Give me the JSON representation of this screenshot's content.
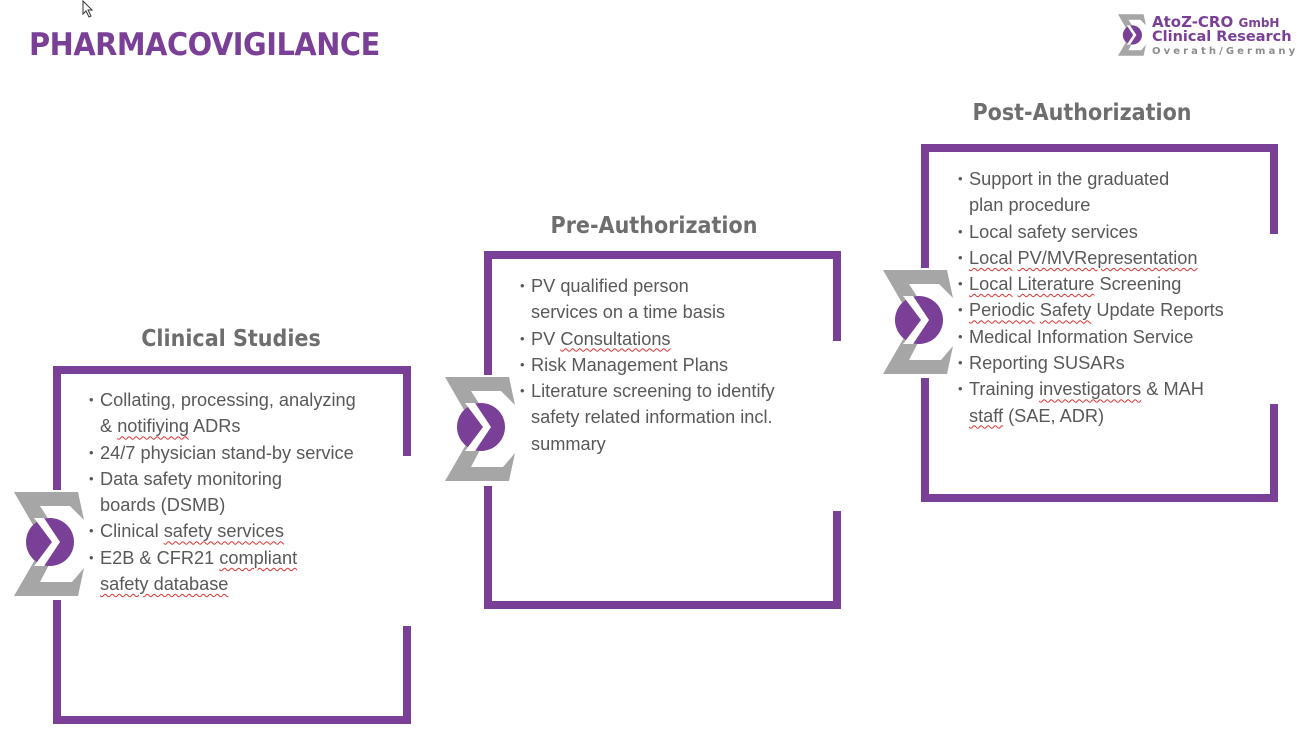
{
  "page": {
    "title": "PHARMACOVIGILANCE"
  },
  "logo": {
    "company": "AtoZ-CRO",
    "suffix": "GmbH",
    "line2": "Clinical Research",
    "line3": "Overath/Germany"
  },
  "colors": {
    "accent": "#7a3f96",
    "gray": "#a6a6a6",
    "text": "#595959"
  },
  "sections": [
    {
      "title": "Clinical Studies",
      "icon": "sigma-logo-icon",
      "items": [
        {
          "lines": [
            "Collating, processing, analyzing",
            "& notifiying ADRs"
          ]
        },
        {
          "lines": [
            "24/7 physician stand-by service"
          ]
        },
        {
          "lines": [
            "Data safety monitoring",
            "boards (DSMB)"
          ]
        },
        {
          "lines": [
            "Clinical safety services"
          ]
        },
        {
          "lines": [
            "E2B & CFR21 compliant",
            "safety database"
          ]
        }
      ]
    },
    {
      "title": "Pre-Authorization",
      "icon": "sigma-logo-icon",
      "items": [
        {
          "lines": [
            "PV qualified person",
            "services on a time basis"
          ]
        },
        {
          "lines": [
            "PV Consultations"
          ]
        },
        {
          "lines": [
            "Risk Management Plans"
          ]
        },
        {
          "lines": [
            "Literature screening to identify",
            "safety related information incl.",
            "summary"
          ]
        }
      ]
    },
    {
      "title": "Post-Authorization",
      "icon": "sigma-logo-icon",
      "items": [
        {
          "lines": [
            "Support in the graduated",
            "plan procedure"
          ]
        },
        {
          "lines": [
            "Local safety services"
          ]
        },
        {
          "lines": [
            "Local PV/MVRepresentation"
          ]
        },
        {
          "lines": [
            "Local Literature Screening"
          ]
        },
        {
          "lines": [
            "Periodic Safety Update Reports"
          ]
        },
        {
          "lines": [
            "Medical Information Service"
          ]
        },
        {
          "lines": [
            "Reporting SUSARs"
          ]
        },
        {
          "lines": [
            "Training investigators & MAH",
            "staff (SAE, ADR)"
          ]
        }
      ]
    }
  ]
}
